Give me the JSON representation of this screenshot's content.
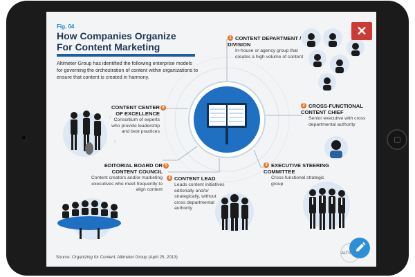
{
  "figure": {
    "fig_label": "Fig. 04",
    "title": "How Companies Organize For Content Marketing",
    "intro": "Altimeter Group has identified the following enterprise models for governing the orchestration of content within organizations to ensure that content is created in harmony."
  },
  "models": [
    {
      "number": "1",
      "title": "Content Department / Division",
      "description": "In-house or agency group that creates a high volume of content"
    },
    {
      "number": "2",
      "title": "Cross-Functional Content Chief",
      "description": "Senior executive with cross departmental authority"
    },
    {
      "number": "3",
      "title": "Executive Steering Committee",
      "description": "Cross-functional strategic group"
    },
    {
      "number": "4",
      "title": "Content Lead",
      "description": "Leads content initiatives editorially and/or strategically, without cross departmental authority"
    },
    {
      "number": "5",
      "title": "Editorial Board or Content Council",
      "description": "Content creators and/or marketing executives who meet frequently to align content"
    },
    {
      "number": "6",
      "title": "Content Center of Excellence",
      "description": "Consortium of experts who provide leadership and best practices"
    }
  ],
  "source": {
    "prefix": "Source: ",
    "work": "Organizing for Content",
    "suffix": ", Altimeter Group (April 25, 2013)"
  },
  "logo_text": "ALTIMETER",
  "icons": {
    "close": "close-icon",
    "edit": "pencil-icon"
  },
  "colors": {
    "accent_blue": "#1f6fc2",
    "title_navy": "#1f3653",
    "close_red": "#cc3a33",
    "marker_orange": "#e2762f"
  }
}
